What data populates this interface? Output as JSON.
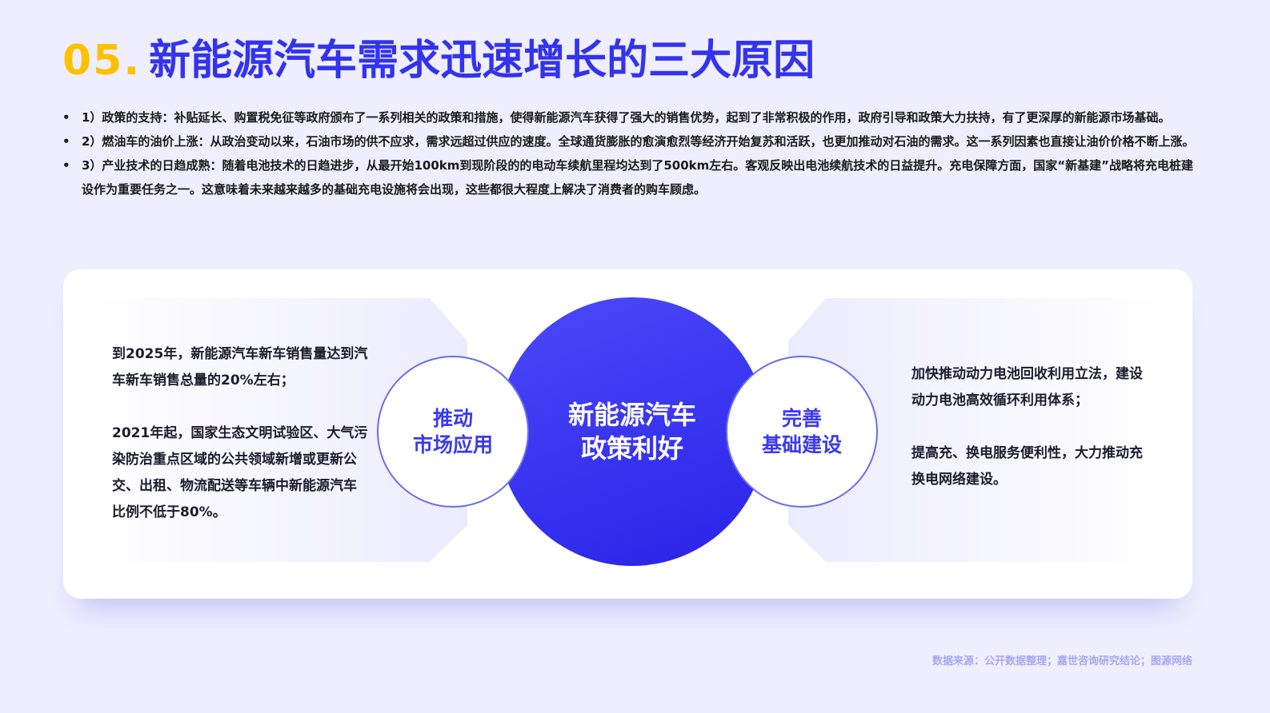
{
  "title": {
    "number": "05.",
    "text": "新能源汽车需求迅速增长的三大原因"
  },
  "bullets": [
    {
      "marker": "•",
      "text": "1）政策的支持：补贴延长、购置税免征等政府颁布了一系列相关的政策和措施，使得新能源汽车获得了强大的销售优势，起到了非常积极的作用，政府引导和政策大力扶持，有了更深厚的新能源市场基础。"
    },
    {
      "marker": "•",
      "text": "2）燃油车的油价上涨：从政治变动以来，石油市场的供不应求，需求远超过供应的速度。全球通货膨胀的愈演愈烈等经济开始复苏和活跃，也更加推动对石油的需求。这一系列因素也直接让油价价格不断上涨。"
    },
    {
      "marker": "•",
      "text": "3）产业技术的日趋成熟：随着电池技术的日趋进步，从最开始100km到现阶段的的电动车续航里程均达到了500km左右。客观反映出电池续航技术的日益提升。充电保障方面，国家“新基建”战略将充电桩建设作为重要任务之一。这意味着未来越来越多的基础充电设施将会出现，这些都很大程度上解决了消费者的购车顾虑。"
    }
  ],
  "diagram": {
    "center": {
      "line1": "新能源汽车",
      "line2": "政策利好"
    },
    "left_node": {
      "line1": "推动",
      "line2": "市场应用"
    },
    "right_node": {
      "line1": "完善",
      "line2": "基础建设"
    },
    "left_text": {
      "p1": "到2025年，新能源汽车新车销售量达到汽车新车销售总量的20%左右；",
      "p2": "2021年起，国家生态文明试验区、大气污染防治重点区域的公共领域新增或更新公交、出租、物流配送等车辆中新能源汽车比例不低于80%。"
    },
    "right_text": {
      "p1": "加快推动动力电池回收利用立法，建设动力电池高效循环利用体系；",
      "p2": "提高充、换电服务便利性，大力推动充换电网络建设。"
    }
  },
  "source": "数据来源：公开数据整理；嘉世咨询研究结论；图源网络",
  "colors": {
    "accent_yellow": "#ffc000",
    "accent_blue": "#3333ee",
    "background": "#eeeefe"
  }
}
